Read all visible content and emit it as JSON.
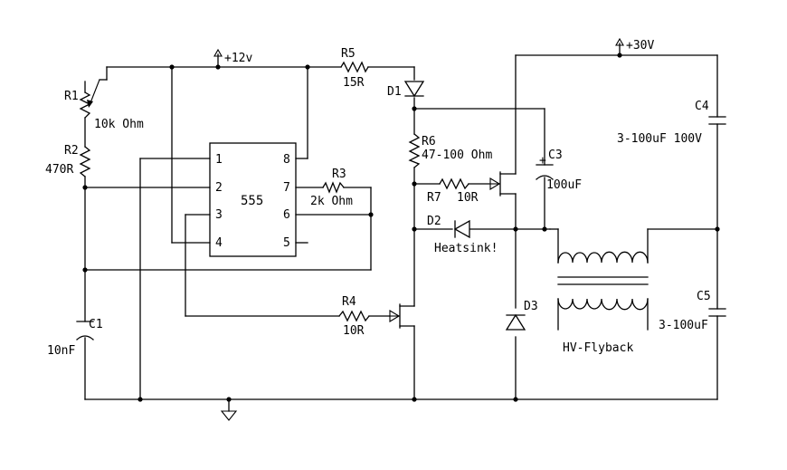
{
  "components": {
    "supply12": "+12v",
    "supply30": "+30V",
    "r1": "R1",
    "r1_value": "10k Ohm",
    "r2": "R2",
    "r2_value": "470R",
    "r3": "R3",
    "r3_value": "2k Ohm",
    "r4": "R4",
    "r4_value": "10R",
    "r5": "R5",
    "r5_value": "15R",
    "r6": "R6",
    "r6_value": "47-100 Ohm",
    "r7": "R7",
    "r7_value": "10R",
    "c1": "C1",
    "c1_value": "10nF",
    "c3": "C3",
    "c3_value": "100uF",
    "c4": "C4",
    "c4_value": "3-100uF 100V",
    "c5": "C5",
    "c5_value": "3-100uF",
    "d1": "D1",
    "d2": "D2",
    "d3": "D3",
    "heatsink_note": "Heatsink!",
    "transformer": "HV-Flyback"
  },
  "ic": {
    "name": "555",
    "pins": [
      "1",
      "2",
      "3",
      "4",
      "5",
      "6",
      "7",
      "8"
    ]
  }
}
